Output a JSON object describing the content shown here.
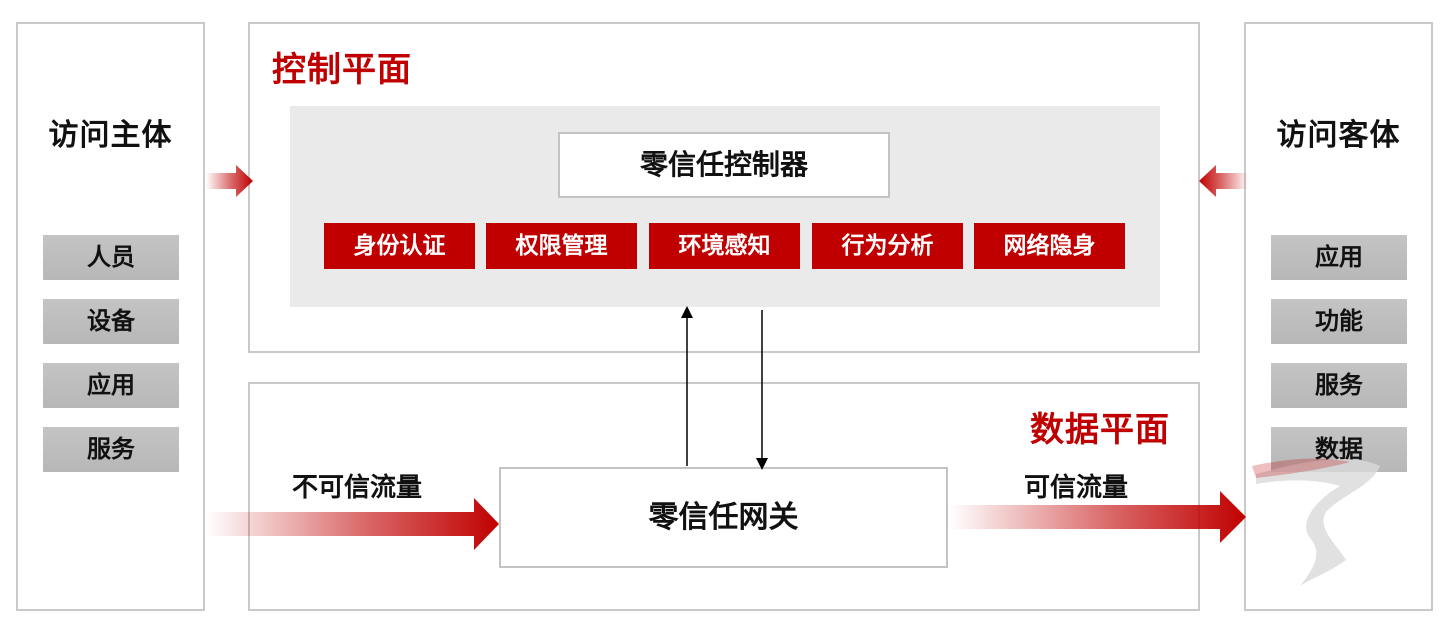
{
  "subject": {
    "title": "访问主体",
    "items": [
      "人员",
      "设备",
      "应用",
      "服务"
    ]
  },
  "object": {
    "title": "访问客体",
    "items": [
      "应用",
      "功能",
      "服务",
      "数据"
    ]
  },
  "control_plane": {
    "title": "控制平面",
    "controller": "零信任控制器",
    "capabilities": [
      "身份认证",
      "权限管理",
      "环境感知",
      "行为分析",
      "网络隐身"
    ]
  },
  "data_plane": {
    "title": "数据平面",
    "gateway": "零信任网关",
    "untrusted_flow": "不可信流量",
    "trusted_flow": "可信流量"
  },
  "colors": {
    "accent_red": "#c00000",
    "item_grey": "#bdbdbd",
    "panel_border": "#c9c9c9",
    "inner_grey": "#eaeaea"
  }
}
